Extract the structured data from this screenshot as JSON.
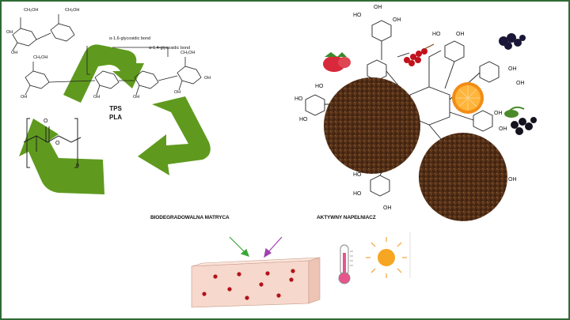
{
  "labels": {
    "alpha_bond": "α-1,6-glycosidic bond",
    "alpha14_bond": "α-1,4-glycosidic bond",
    "tps": "TPS",
    "pla": "PLA",
    "n_sub": "n",
    "matrix": "BIODEGRADOWALNA MATRYCA",
    "filler": "AKTYWNY NAPEŁNIACZ",
    "oh": "OH",
    "ho": "HO",
    "ch2oh": "CH₂OH",
    "oh_short": "OH",
    "o_atom": "O"
  },
  "colors": {
    "recycle_green": "#5f9a1e",
    "border_green": "#2e6b34",
    "wood_brown": "#5a3418",
    "film_pink": "#f6d8cc",
    "dot_red": "#b3121b",
    "arrow_green": "#3aa63a",
    "arrow_purple": "#a23fb0",
    "sun_orange": "#f5a623",
    "thermo_pink": "#e8558c"
  },
  "icons": [
    "recycle-icon",
    "strawberry-icon",
    "currant-icon",
    "blackberry-icon",
    "orange-slice-icon",
    "chokeberry-icon",
    "thermometer-icon",
    "sun-icon"
  ]
}
